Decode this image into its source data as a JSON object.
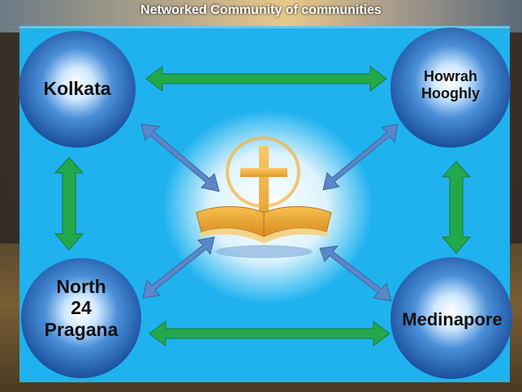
{
  "title": "Networked Community of communities",
  "nodes": [
    {
      "id": "kolkata",
      "label": "Kolkata"
    },
    {
      "id": "howrah",
      "label_lines": [
        "Howrah",
        "Hooghly"
      ]
    },
    {
      "id": "north24",
      "label_lines": [
        "North",
        "24",
        "Pragana"
      ]
    },
    {
      "id": "medinapore",
      "label": "Medinapore"
    }
  ],
  "colors": {
    "panel": "#1fb2ef",
    "node_blue": "#1e63b8",
    "green_arrow": "#22a84a",
    "blue_arrow": "#5b86c9",
    "book": "#e8a73a",
    "cross": "#f0b545"
  },
  "center_icon": "bible-cross-icon"
}
